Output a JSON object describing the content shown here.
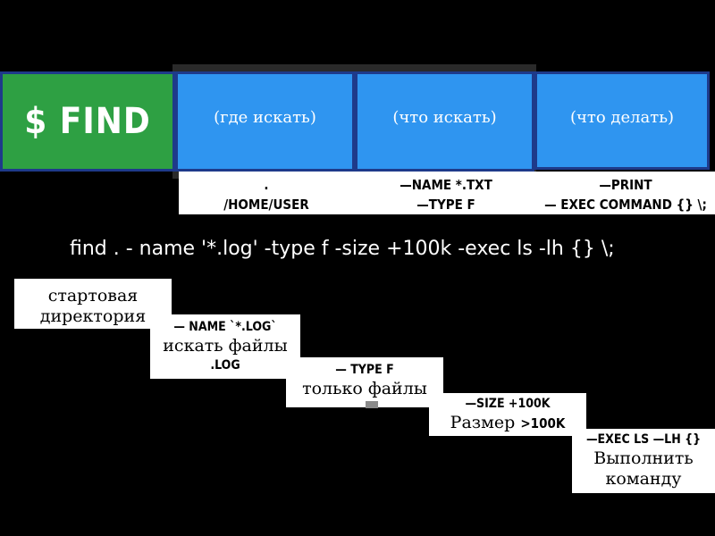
{
  "header": {
    "command_label": "$ FIND",
    "where_label": "(где искать)",
    "what_label": "(что искать)",
    "do_label": "(что делать)"
  },
  "options": {
    "where": [
      ".",
      "/HOME/USER"
    ],
    "what": [
      "—NAME *.TXT",
      "—TYPE F"
    ],
    "do": [
      "—PRINT",
      "— EXEC COMMAND {} \\;"
    ]
  },
  "command_line": "find . - name '*.log' -type f -size +100k -exec ls -lh {} \\;",
  "steps": [
    {
      "caption": "",
      "text": [
        "стартовая",
        "директория"
      ]
    },
    {
      "caption": "— NAME `*.LOG`",
      "text": [
        "искать файлы"
      ],
      "caption2": ".LOG"
    },
    {
      "caption": "— TYPE F",
      "text": [
        "только файлы"
      ]
    },
    {
      "caption": "—SIZE +100K",
      "text_prefix": "Размер ",
      "text_suffix": ">100K"
    },
    {
      "caption": "—EXEC LS —LH {}",
      "text": [
        "Выполнить",
        "команду"
      ]
    }
  ],
  "colors": {
    "background": "#000000",
    "find_green": "#2ea043",
    "header_blue": "#2f95f0",
    "border_navy": "#1e3a8a"
  }
}
